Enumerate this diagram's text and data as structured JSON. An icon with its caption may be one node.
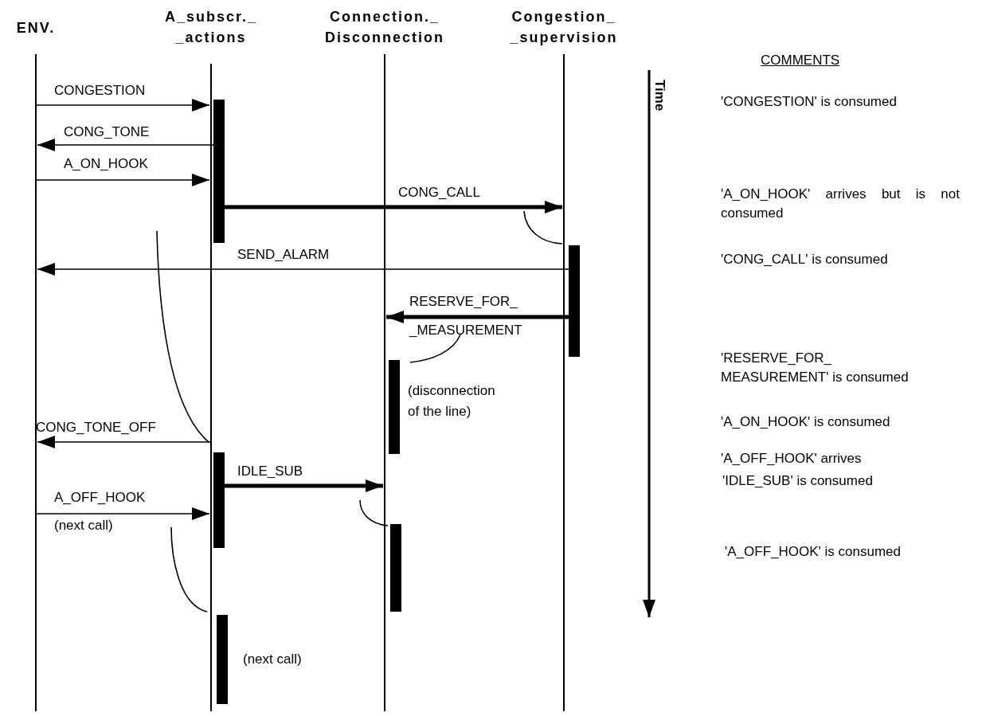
{
  "diagram": {
    "nodes": [
      {
        "text": [
          "ENV."
        ]
      },
      {
        "text": [
          "A_subscr._ _actions"
        ]
      },
      {
        "text": [
          "Connection._ Disconnection"
        ]
      },
      {
        "text": [
          "Congestion_ _supervision"
        ]
      },
      {
        "text": [],
        "shape": "bar"
      },
      {
        "text": [],
        "shape": "bar"
      },
      {
        "text": [],
        "shape": "bar",
        "beside": [
          "(disconnection of the line)"
        ]
      },
      {
        "text": [],
        "shape": "bar"
      },
      {
        "text": [],
        "shape": "bar"
      },
      {
        "text": [],
        "shape": "bar"
      }
    ],
    "edges": [
      {
        "from": 0,
        "to": 1,
        "arrow": "to",
        "label": "CONGESTION"
      },
      {
        "from": 1,
        "to": 0,
        "arrow": "to",
        "label": "CONG_TONE"
      },
      {
        "from": 0,
        "to": 1,
        "arrow": "to",
        "label": "A_ON_HOOK"
      },
      {
        "from": 1,
        "to": 3,
        "arrow": "to",
        "label": "CONG_CALL",
        "style": "thick"
      },
      {
        "from": 3,
        "to": 0,
        "arrow": "to",
        "label": "SEND_ALARM"
      },
      {
        "from": 3,
        "to": 2,
        "arrow": "to",
        "label": "RESERVE_FOR_ _MEASUREMENT",
        "style": "thick"
      },
      {
        "from": 1,
        "to": 0,
        "arrow": "to",
        "label": "CONG_TONE_OFF"
      },
      {
        "from": 1,
        "to": 2,
        "arrow": "to",
        "label": "IDLE_SUB",
        "style": "thick"
      },
      {
        "from": 0,
        "to": 1,
        "arrow": "to",
        "label": "A_OFF_HOOK"
      }
    ],
    "labels": [
      "Time",
      "COMMENTS",
      "'CONGESTION' is consumed",
      "'A_ON_HOOK' arrives but is not consumed",
      "'CONG_CALL' is consumed",
      "'RESERVE_FOR_ MEASUREMENT' is consumed",
      "'A_ON_HOOK' is consumed",
      "'A_OFF_HOOK' arrives",
      "'IDLE_SUB' is consumed",
      "'A_OFF_HOOK' is consumed",
      "(next call)",
      "(next call)"
    ]
  }
}
